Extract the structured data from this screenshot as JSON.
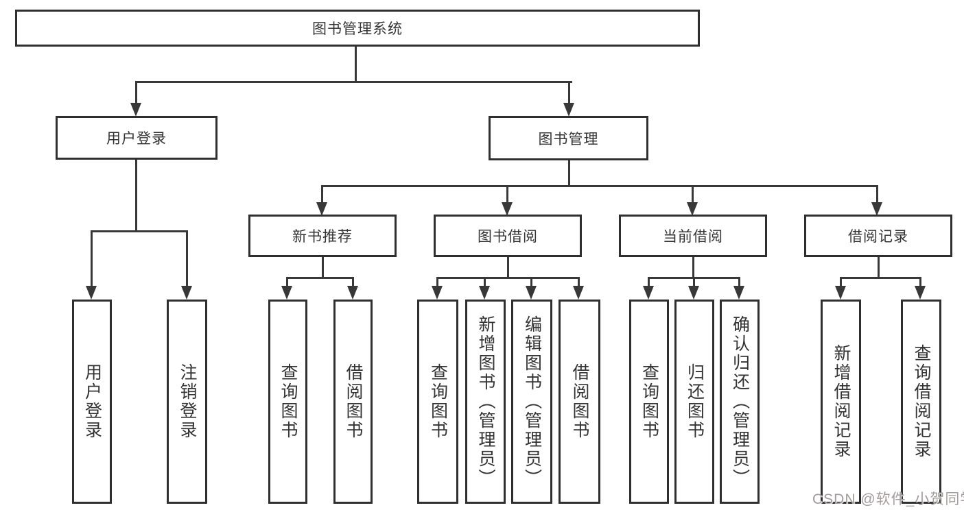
{
  "tree": {
    "label": "图书管理系统",
    "children": [
      {
        "label": "用户登录",
        "children": [
          {
            "label": "用户登录"
          },
          {
            "label": "注销登录"
          }
        ]
      },
      {
        "label": "图书管理",
        "children": [
          {
            "label": "新书推荐",
            "children": [
              {
                "label": "查询图书"
              },
              {
                "label": "借阅图书"
              }
            ]
          },
          {
            "label": "图书借阅",
            "children": [
              {
                "label": "查询图书"
              },
              {
                "label": "新增图书（管理员）"
              },
              {
                "label": "编辑图书（管理员）"
              },
              {
                "label": "借阅图书"
              }
            ]
          },
          {
            "label": "当前借阅",
            "children": [
              {
                "label": "查询图书"
              },
              {
                "label": "归还图书"
              },
              {
                "label": "确认归还（管理员）"
              }
            ]
          },
          {
            "label": "借阅记录",
            "children": [
              {
                "label": "新增借阅记录"
              },
              {
                "label": "查询借阅记录"
              }
            ]
          }
        ]
      }
    ]
  },
  "watermark": {
    "text": "CSDN @软件_小贺同学"
  },
  "colors": {
    "line": "#383838",
    "box_border": "#2f2f2f",
    "box_fill": "#ffffff",
    "text": "#333333",
    "watermark": "#a39c9c"
  }
}
